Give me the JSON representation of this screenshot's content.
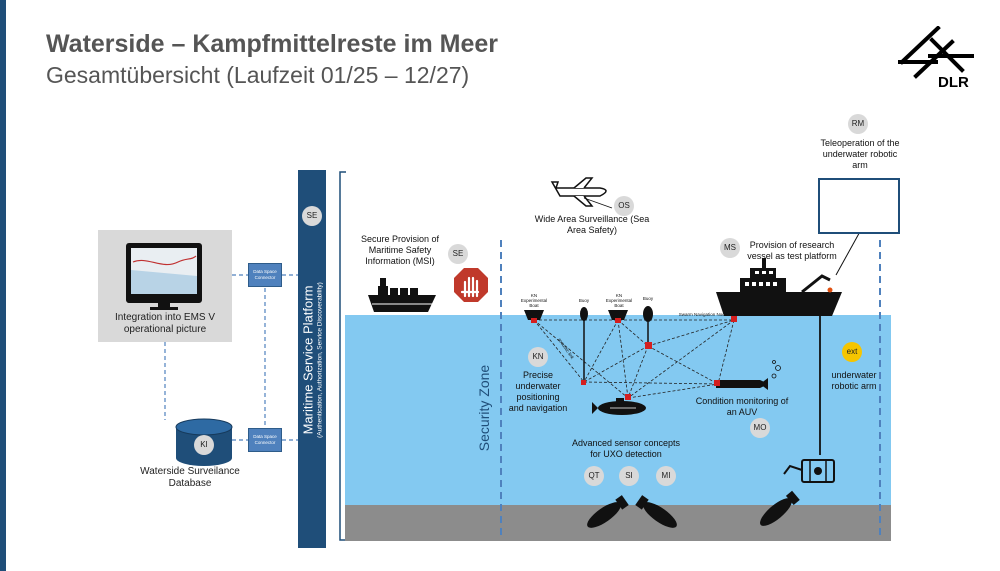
{
  "header": {
    "title": "Waterside – Kampfmittelreste im Meer",
    "subtitle": "Gesamtübersicht (Laufzeit 01/25 – 12/27)"
  },
  "logo": {
    "text": "DLR"
  },
  "left": {
    "ems_caption": "Integration into EMS V operational picture",
    "connector_label": "Data Space Connector",
    "db_badge": "KI",
    "db_caption": "Waterside Surveilance Database"
  },
  "platform": {
    "badge": "SE",
    "title": "Maritime Service Platform",
    "subtitle": "(Authentication, Authorization, Service Discoverability)"
  },
  "scene": {
    "msi_label": "Secure Provision of Maritime Safety Information (MSI)",
    "msi_badge": "SE",
    "os_badge": "OS",
    "wide_area_label": "Wide Area Surveillance (Sea Area Safety)",
    "rm_badge": "RM",
    "rm_label": "Teleoperation of the underwater robotic arm",
    "ms_badge": "MS",
    "ms_label": "Provision of research vessel as test platform",
    "security_zone": "Security Zone",
    "kn_badge": "KN",
    "kn_label": "Precise underwater positioning and navigation",
    "auv_label": "Condition monitoring of an AUV",
    "mo_badge": "MO",
    "ext_badge": "ext",
    "arm_label": "underwater robotic arm",
    "sensor_label": "Advanced sensor concepts for UXO detection",
    "qt_badge": "QT",
    "si_badge": "SI",
    "mi_badge": "MI",
    "boat1_label": "KN Experimental Boat",
    "buoy1_label": "Buoy",
    "boat2_label": "KN Experimental Boat",
    "buoy2_label": "Buoy",
    "swarm_label": "Swarm Navigation Node",
    "acoustic_label": "acoustic link"
  }
}
